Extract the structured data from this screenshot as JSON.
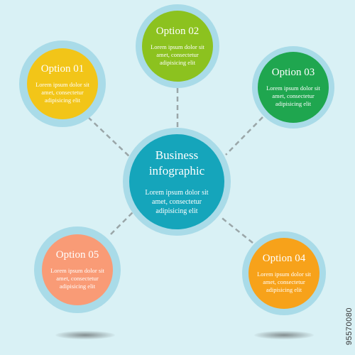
{
  "center": {
    "title_line1": "Business",
    "title_line2": "infographic",
    "text": "Lorem ipsum dolor sit amet, consectetur adipisicing elit"
  },
  "options": [
    {
      "title": "Option 01",
      "text": "Lorem ipsum dolor sit amet, consectetur adipisicing elit",
      "color": "#f2c518"
    },
    {
      "title": "Option 02",
      "text": "Lorem ipsum dolor sit amet, consectetur adipisicing elit",
      "color": "#8cc21f"
    },
    {
      "title": "Option 03",
      "text": "Lorem ipsum dolor sit amet, consectetur adipisicing elit",
      "color": "#1fa64f"
    },
    {
      "title": "Option 04",
      "text": "Lorem ipsum dolor sit amet, consectetur adipisicing elit",
      "color": "#f7a21a"
    },
    {
      "title": "Option 05",
      "text": "Lorem ipsum dolor sit amet, consectetur adipisicing elit",
      "color": "#f99b76"
    }
  ],
  "stock_id": "95570080",
  "colors": {
    "background": "#d9f1f5",
    "ring": "#a9dbe8",
    "center": "#15a5bb",
    "connector": "#9aa6a8"
  }
}
